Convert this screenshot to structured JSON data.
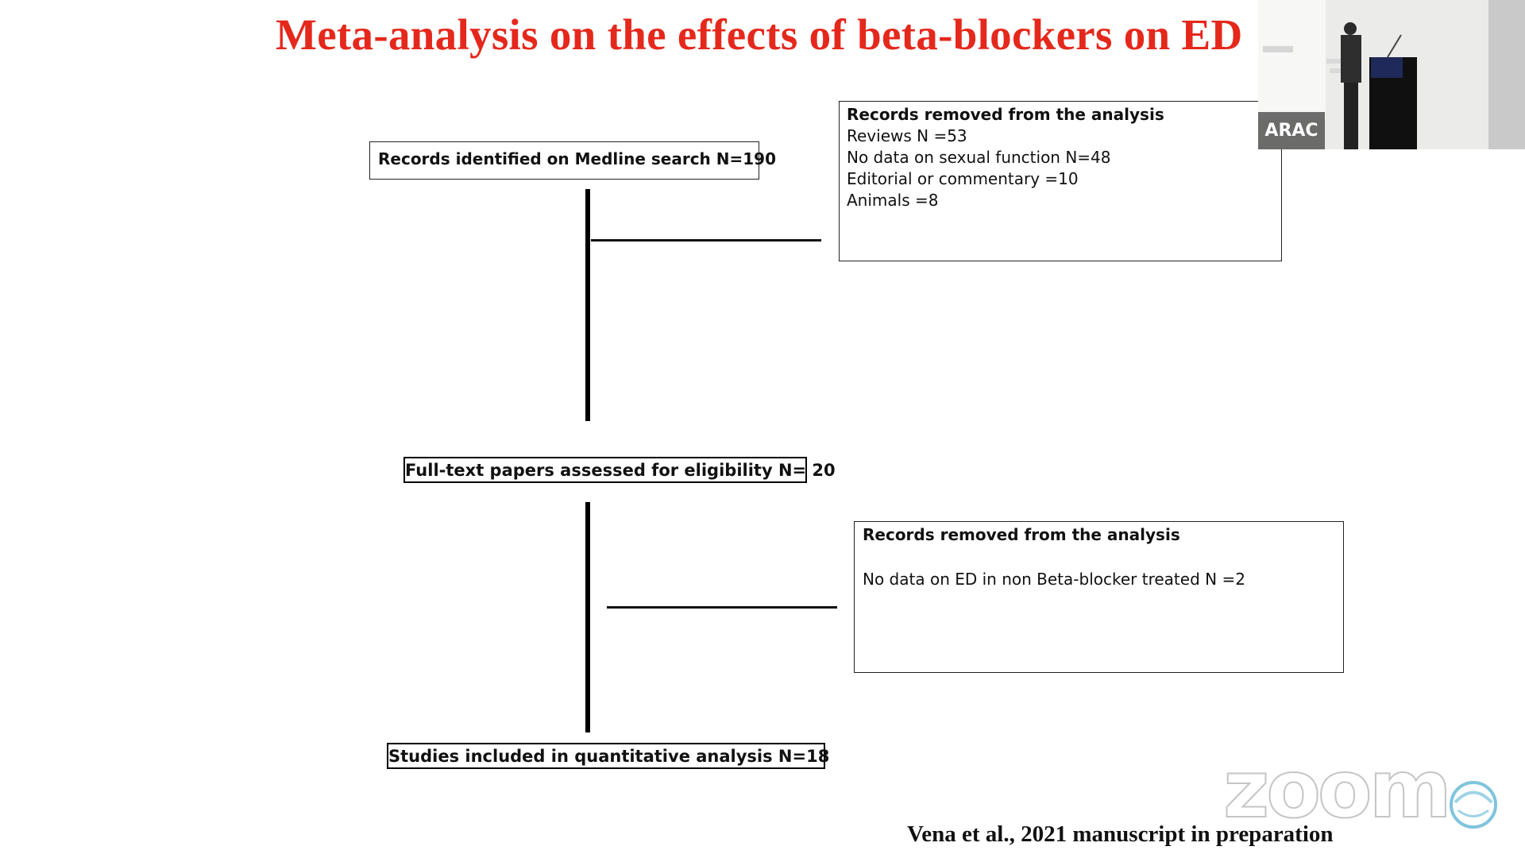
{
  "slide": {
    "title": "Meta-analysis on the effects of beta-blockers on ED",
    "citation": "Vena  et al., 2021 manuscript in preparation"
  },
  "flow": {
    "identified": "Records identified on Medline search N=190",
    "fulltext": "Full-text papers assessed for eligibility N= 20",
    "included": "Studies included in quantitative analysis N=18"
  },
  "removed_1": {
    "heading": "Records removed from the analysis",
    "items": [
      "Reviews  N =53",
      "No data on  sexual function   N=48",
      "Editorial or commentary =10",
      "Animals =8"
    ]
  },
  "removed_2": {
    "heading": "Records removed from the analysis",
    "items": [
      "No data on ED in non Beta-blocker treated  N =2"
    ]
  },
  "video": {
    "participant_name": "ARAC"
  },
  "watermark": {
    "text": "zoom"
  },
  "colors": {
    "title": "#e5281c",
    "background": "#ffffff"
  }
}
